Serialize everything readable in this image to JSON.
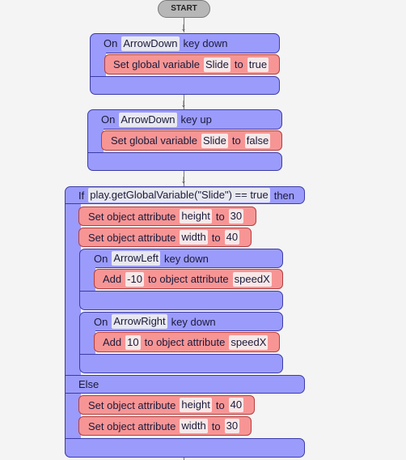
{
  "start_label": "START",
  "event1": {
    "on": "On",
    "key": "ArrowDown",
    "action": "key down",
    "stmt": {
      "label": "Set global variable",
      "var": "Slide",
      "to": "to",
      "value": "true"
    }
  },
  "event2": {
    "on": "On",
    "key": "ArrowDown",
    "action": "key up",
    "stmt": {
      "label": "Set global variable",
      "var": "Slide",
      "to": "to",
      "value": "false"
    }
  },
  "ifblock": {
    "if": "If",
    "condition": "play.getGlobalVariable(\"Slide\") == true",
    "then": "then",
    "then_stmts": [
      {
        "label": "Set object attribute",
        "attr": "height",
        "to": "to",
        "value": "30"
      },
      {
        "label": "Set object attribute",
        "attr": "width",
        "to": "to",
        "value": "40"
      }
    ],
    "left_event": {
      "on": "On",
      "key": "ArrowLeft",
      "action": "key down",
      "stmt": {
        "add": "Add",
        "value": "-10",
        "mid": "to object attribute",
        "attr": "speedX"
      }
    },
    "right_event": {
      "on": "On",
      "key": "ArrowRight",
      "action": "key down",
      "stmt": {
        "add": "Add",
        "value": "10",
        "mid": "to object attribute",
        "attr": "speedX"
      }
    },
    "else": "Else",
    "else_stmts": [
      {
        "label": "Set object attribute",
        "attr": "height",
        "to": "to",
        "value": "40"
      },
      {
        "label": "Set object attribute",
        "attr": "width",
        "to": "to",
        "value": "30"
      }
    ]
  }
}
